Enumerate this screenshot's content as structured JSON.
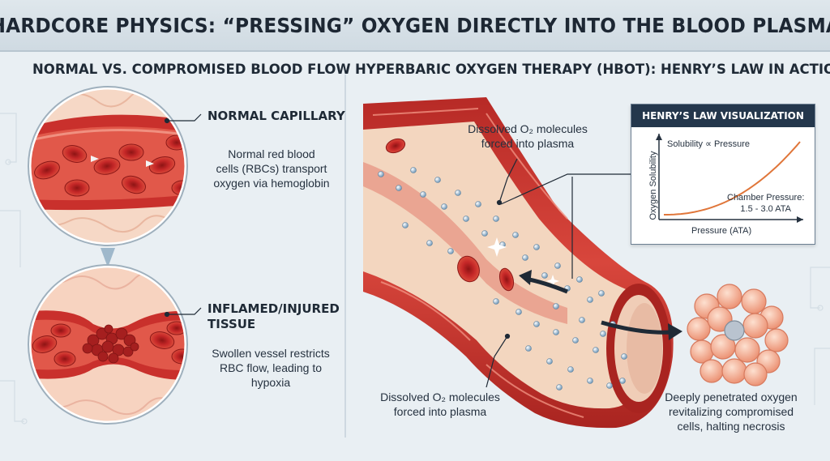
{
  "title": "HARDCORE PHYSICS: “PRESSING” OXYGEN DIRECTLY INTO THE BLOOD PLASMA",
  "left_panel": {
    "heading": "NORMAL VS. COMPROMISED BLOOD FLOW",
    "normal_title": "NORMAL CAPILLARY",
    "normal_desc": [
      "Normal red blood",
      "cells (RBCs) transport",
      "oxygen via hemoglobin"
    ],
    "injured_title": [
      "INFLAMED/INJURED",
      "TISSUE"
    ],
    "injured_desc": [
      "Swollen vessel restricts",
      "RBC flow, leading to",
      "hypoxia"
    ]
  },
  "right_panel": {
    "heading": "HYPERBARIC OXYGEN THERAPY (HBOT): HENRY’S LAW IN ACTION",
    "label_top": [
      "Dissolved O₂ molecules",
      "forced into plasma"
    ],
    "label_bottom": [
      "Dissolved O₂ molecules",
      "forced into plasma"
    ],
    "label_cells": [
      "Deeply penetrated oxygen",
      "revitalizing compromised",
      "cells, halting necrosis"
    ]
  },
  "henry_chart": {
    "title": "HENRY’S LAW VISUALIZATION",
    "relation": "Solubility ∝ Pressure",
    "ylabel": "Oxygen Solubility",
    "xlabel": "Pressure (ATA)",
    "annotation": [
      "Chamber Pressure:",
      "1.5 - 3.0 ATA"
    ],
    "curve_color": "#e0763a"
  },
  "colors": {
    "vessel": "#c9302c",
    "plasma": "#f3d6bf",
    "rbc": "#c62828",
    "o2": "#8fb3cf",
    "banner_text": "#1d2733",
    "cells": "#f4a98a"
  },
  "icons": [
    "arrow-icon",
    "oxygen-molecule-icon",
    "rbc-icon",
    "tissue-cell-icon"
  ]
}
